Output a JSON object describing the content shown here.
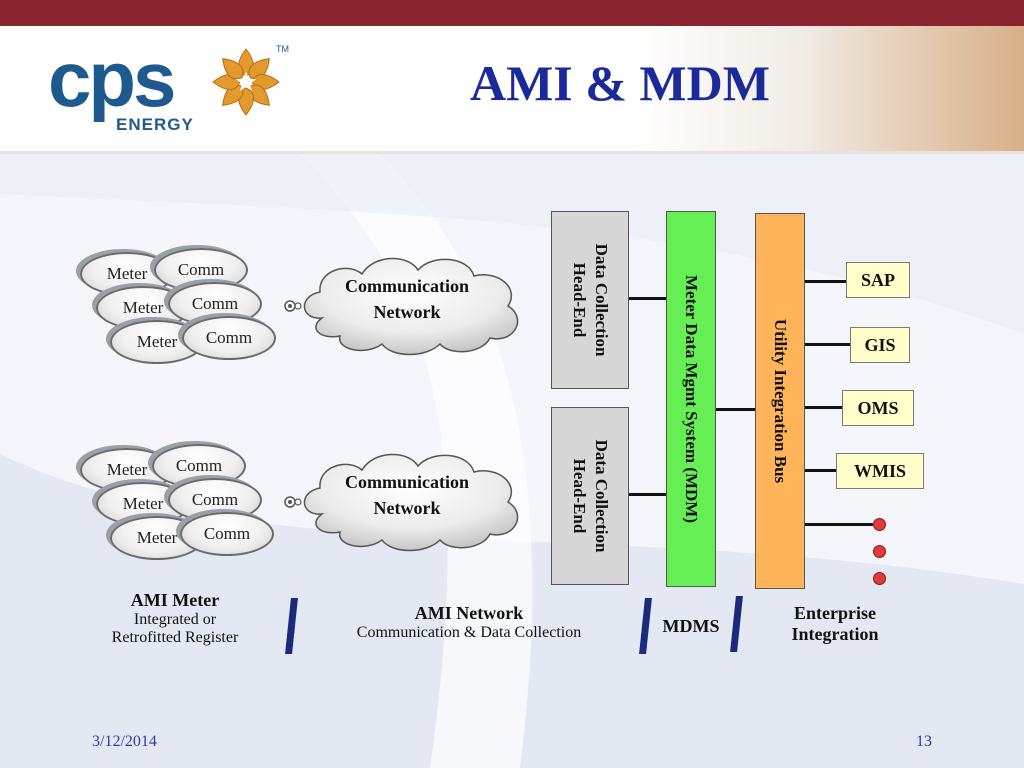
{
  "header": {
    "logo_text": "cps",
    "logo_subtext": "ENERGY",
    "logo_trademark": "TM",
    "title": "AMI & MDM"
  },
  "diagram": {
    "meter_group_1": [
      {
        "meter": "Meter",
        "comm": "Comm"
      },
      {
        "meter": "Meter",
        "comm": "Comm"
      },
      {
        "meter": "Meter",
        "comm": "Comm"
      }
    ],
    "meter_group_2": [
      {
        "meter": "Meter",
        "comm": "Comm"
      },
      {
        "meter": "Meter",
        "comm": "Comm"
      },
      {
        "meter": "Meter",
        "comm": "Comm"
      }
    ],
    "network_1": {
      "line1": "Communication",
      "line2": "Network"
    },
    "network_2": {
      "line1": "Communication",
      "line2": "Network"
    },
    "headend_1": {
      "line1": "Data Collection",
      "line2": "Head-End"
    },
    "headend_2": {
      "line1": "Data Collection",
      "line2": "Head-End"
    },
    "mdm": "Meter Data Mgmt System (MDM)",
    "bus": "Utility Integration Bus",
    "systems": [
      "SAP",
      "GIS",
      "OMS",
      "WMIS"
    ],
    "colors": {
      "mdm": "#66ee55",
      "bus": "#ffb45a",
      "headend": "#d7d7d7",
      "system_box": "#ffffcc",
      "dots": "#e03a3a",
      "separator": "#1b2a7a"
    }
  },
  "captions": {
    "ami_meter": {
      "title": "AMI Meter",
      "line1": "Integrated or",
      "line2": "Retrofitted Register"
    },
    "ami_network": {
      "title": "AMI Network",
      "line1": "Communication & Data Collection"
    },
    "mdms": "MDMS",
    "enterprise": {
      "line1": "Enterprise",
      "line2": "Integration"
    }
  },
  "footer": {
    "date": "3/12/2014",
    "page": "13"
  }
}
